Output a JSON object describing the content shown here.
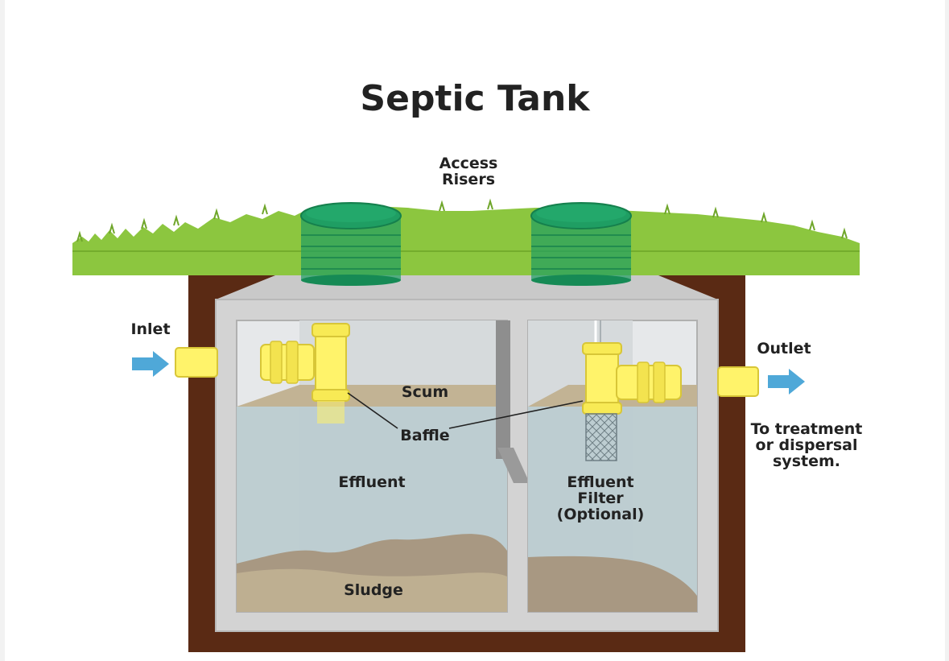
{
  "title": "Septic Tank",
  "labels": {
    "access_risers_line1": "Access",
    "access_risers_line2": "Risers",
    "inlet": "Inlet",
    "outlet": "Outlet",
    "scum": "Scum",
    "baffle": "Baffle",
    "effluent": "Effluent",
    "effluent_filter_line1": "Effluent",
    "effluent_filter_line2": "Filter",
    "effluent_filter_line3": "(Optional)",
    "sludge": "Sludge",
    "destination_line1": "To treatment",
    "destination_line2": "or dispersal",
    "destination_line3": "system."
  },
  "colors": {
    "grass": "#8cc63f",
    "soil": "#5a2a14",
    "concrete": "#d3d3d3",
    "effluent_water": "#bcccd0",
    "scum_layer": "#c2b394",
    "sludge_layer": "#a89882",
    "pipe": "#fff36a",
    "riser": "#1f9e63",
    "flow_arrow": "#4fa8d8"
  },
  "icons": [
    "inlet-flow-arrow-icon",
    "outlet-flow-arrow-icon"
  ]
}
